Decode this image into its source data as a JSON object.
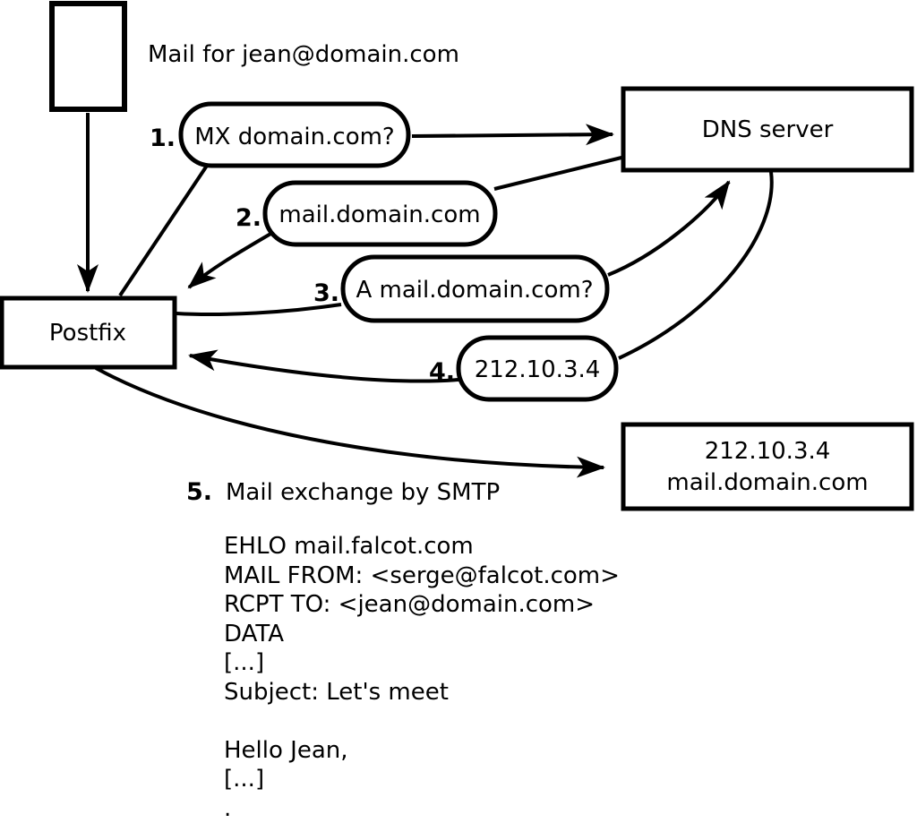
{
  "colors": {
    "ink": "#000000",
    "paper": "#ffffff"
  },
  "caption": "Mail for jean@domain.com",
  "nodes": {
    "postfix": "Postfix",
    "dns_server": "DNS server",
    "mail_server": {
      "line1": "212.10.3.4",
      "line2": "mail.domain.com"
    }
  },
  "steps": [
    {
      "num": "1.",
      "label": "MX domain.com?"
    },
    {
      "num": "2.",
      "label": "mail.domain.com"
    },
    {
      "num": "3.",
      "label": "A mail.domain.com?"
    },
    {
      "num": "4.",
      "label": "212.10.3.4"
    },
    {
      "num": "5.",
      "label": "Mail exchange by SMTP"
    }
  ],
  "smtp_session": [
    "EHLO mail.falcot.com",
    "MAIL FROM: <serge@falcot.com>",
    "RCPT TO: <jean@domain.com>",
    "DATA",
    "[...]",
    "Subject: Let's meet",
    "",
    "Hello Jean,",
    "[...]",
    "."
  ]
}
